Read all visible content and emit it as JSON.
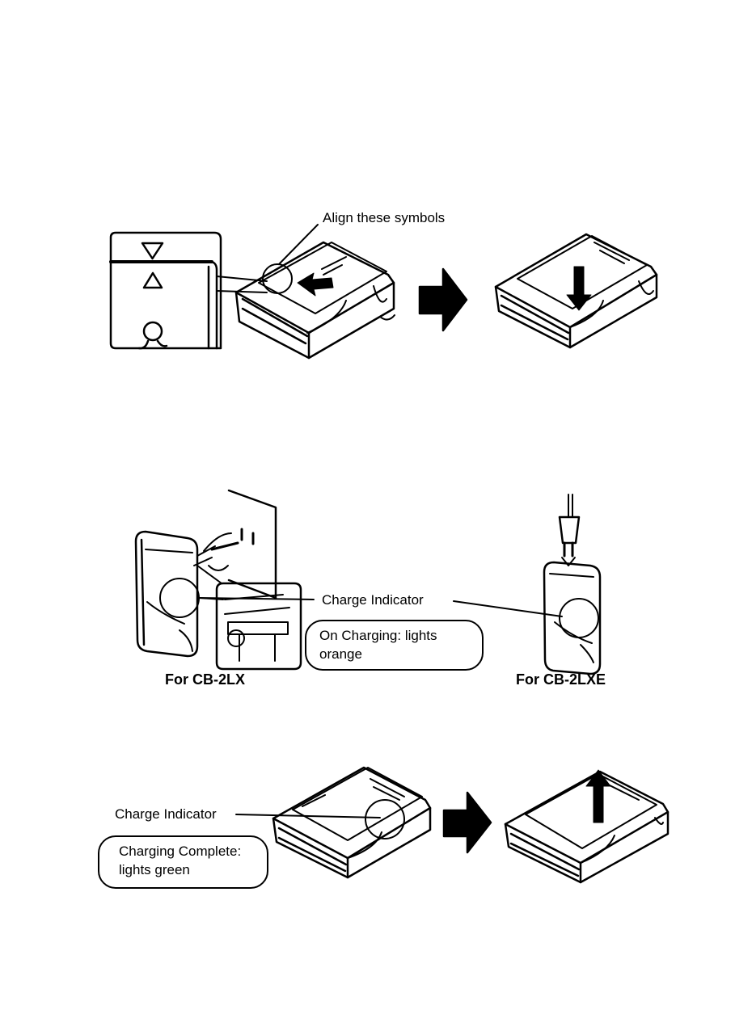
{
  "step1": {
    "align_label": "Align these symbols"
  },
  "step2": {
    "indicator_label": "Charge Indicator",
    "charging_note": "On Charging: lights orange",
    "model_a": "For CB-2LX",
    "model_b": "For CB-2LXE"
  },
  "step3": {
    "indicator_label": "Charge Indicator",
    "complete_note": "Charging Complete: lights green"
  },
  "icons": [
    "triangle-down-icon",
    "triangle-up-icon",
    "arrow-right-icon",
    "arrow-down-icon",
    "arrow-up-icon",
    "plug-icon"
  ]
}
